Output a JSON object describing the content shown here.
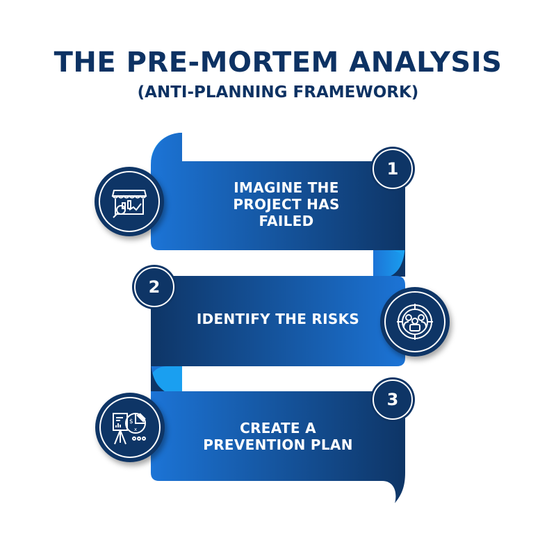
{
  "header": {
    "title": "THE PRE-MORTEM ANALYSIS",
    "subtitle": "(ANTI-PLANNING FRAMEWORK)"
  },
  "colors": {
    "title": "#0d3263",
    "ribbon_light": "#1c74d6",
    "ribbon_dark": "#0e3566",
    "curl_light": "#1a9ff0",
    "text": "#ffffff"
  },
  "steps": [
    {
      "number": "1",
      "label_lines": [
        "IMAGINE THE",
        "PROJECT HAS",
        "FAILED"
      ],
      "icon": "storefront-analytics-icon"
    },
    {
      "number": "2",
      "label_lines": [
        "IDENTIFY THE RISKS"
      ],
      "icon": "target-team-icon"
    },
    {
      "number": "3",
      "label_lines": [
        "CREATE A",
        "PREVENTION PLAN"
      ],
      "icon": "presentation-pie-chart-icon"
    }
  ]
}
